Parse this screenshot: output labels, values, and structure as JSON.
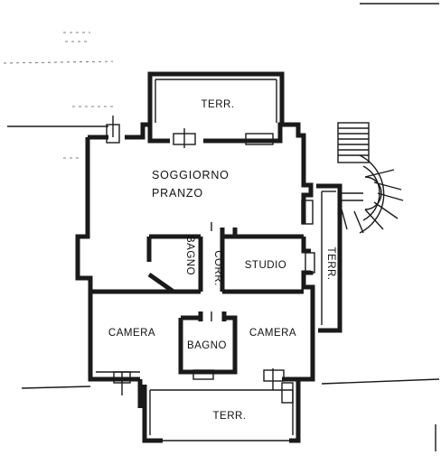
{
  "rooms": {
    "terr_top": "TERR.",
    "soggiorno": "SOGGIORNO",
    "pranzo": "PRANZO",
    "bagno_1": "BAGNO",
    "corr": "CORR.",
    "studio": "STUDIO",
    "terr_right": "TERR.",
    "camera_left": "CAMERA",
    "bagno_2": "BAGNO",
    "camera_right": "CAMERA",
    "terr_bottom": "TERR."
  }
}
